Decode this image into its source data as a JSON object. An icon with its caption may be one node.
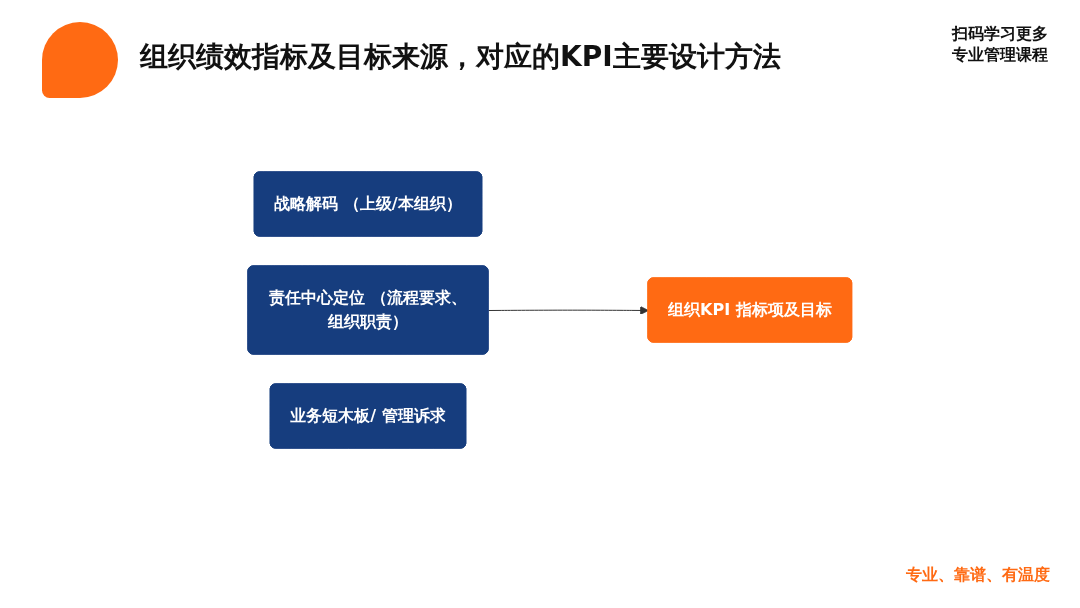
{
  "diagram": {
    "title": "组织绩效指标及目标来源，对应的KPI主要设计方法",
    "nodes": [
      {
        "text": [
          "战略解码 （上级/本组织）"
        ]
      },
      {
        "text": [
          "责任中心定位 （流程要求、组织职责）"
        ]
      },
      {
        "text": [
          "业务短木板/ 管理诉求"
        ]
      },
      {
        "text": [
          "组织KPI 指标项及目标"
        ]
      }
    ],
    "edges": [
      {
        "from": 1,
        "to": 3,
        "arrow": "to"
      }
    ],
    "labels": [
      "扫码学习更多专业管理课程",
      "专业、靠谱、有温度"
    ]
  }
}
